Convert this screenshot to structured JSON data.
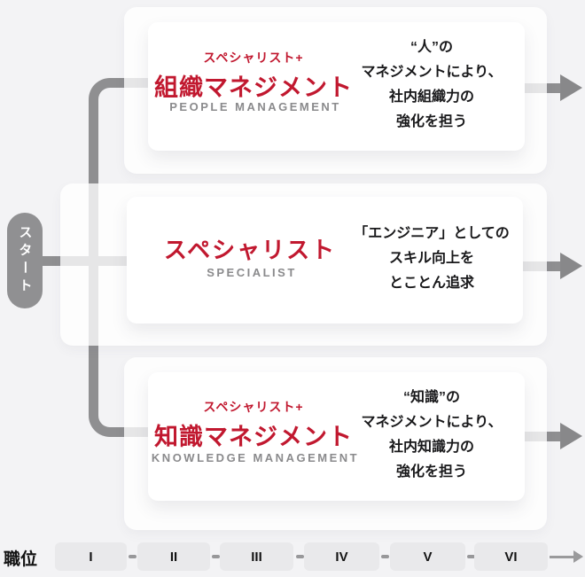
{
  "start_label": "スタート",
  "tracks": [
    {
      "tag": "スペシャリスト+",
      "title": "組織マネジメント",
      "subtitle": "PEOPLE MANAGEMENT",
      "description_lines": [
        "“人”の",
        "マネジメントにより、",
        "社内組織力の",
        "強化を担う"
      ]
    },
    {
      "tag": "",
      "title": "スペシャリスト",
      "subtitle": "SPECIALIST",
      "description_lines": [
        "「エンジニア」としての",
        "スキル向上を",
        "とことん追求"
      ]
    },
    {
      "tag": "スペシャリスト+",
      "title": "知識マネジメント",
      "subtitle": "KNOWLEDGE MANAGEMENT",
      "description_lines": [
        "“知識”の",
        "マネジメントにより、",
        "社内知識力の",
        "強化を担う"
      ]
    }
  ],
  "rank_axis": {
    "label": "職位",
    "levels": [
      "I",
      "II",
      "III",
      "IV",
      "V",
      "VI"
    ]
  },
  "colors": {
    "background": "#f3f3f5",
    "accent_red": "#c1182f",
    "connector_gray": "#8f8f91",
    "subtitle_gray": "#8a8a8c",
    "level_box_gray": "#e9e9eb"
  }
}
